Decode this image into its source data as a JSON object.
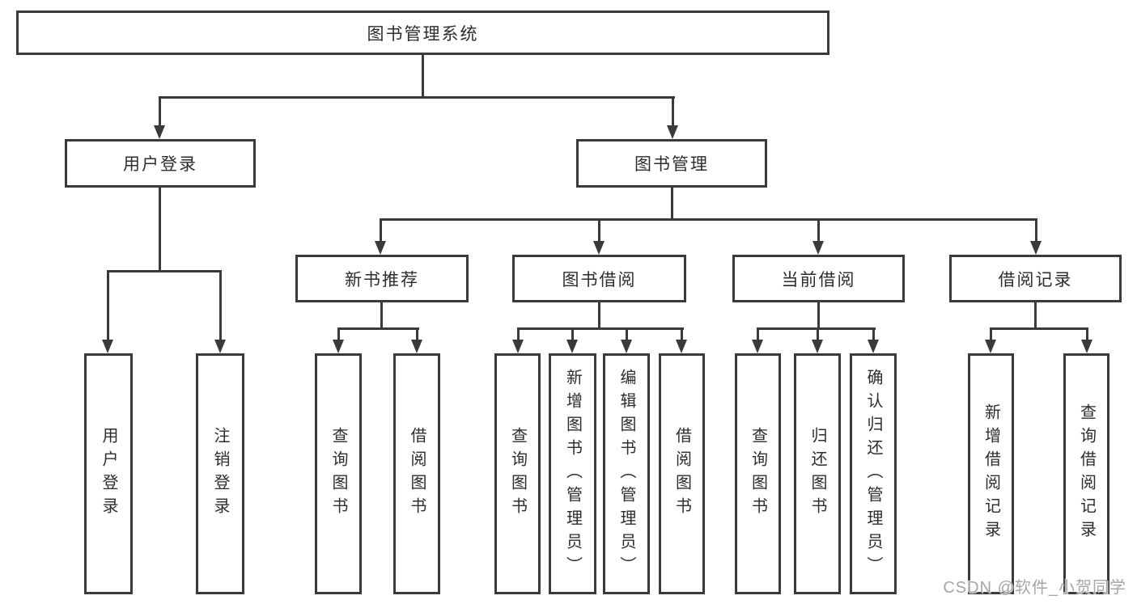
{
  "diagram_title": "图书管理系统",
  "nodes": {
    "root": {
      "label": "图书管理系统"
    },
    "user_login": {
      "label": "用户登录"
    },
    "book_mgmt": {
      "label": "图书管理"
    },
    "new_book_rec": {
      "label": "新书推荐"
    },
    "book_borrow": {
      "label": "图书借阅"
    },
    "current_borrow": {
      "label": "当前借阅"
    },
    "borrow_records": {
      "label": "借阅记录"
    }
  },
  "leaves": [
    {
      "label": "用户登录",
      "parent": "用户登录"
    },
    {
      "label": "注销登录",
      "parent": "用户登录"
    },
    {
      "label": "查询图书",
      "parent": "新书推荐"
    },
    {
      "label": "借阅图书",
      "parent": "新书推荐"
    },
    {
      "label": "查询图书",
      "parent": "图书借阅"
    },
    {
      "label": "新增图书（管理员）",
      "parent": "图书借阅"
    },
    {
      "label": "编辑图书（管理员）",
      "parent": "图书借阅"
    },
    {
      "label": "借阅图书",
      "parent": "图书借阅"
    },
    {
      "label": "查询图书",
      "parent": "当前借阅"
    },
    {
      "label": "归还图书",
      "parent": "当前借阅"
    },
    {
      "label": "确认归还（管理员）",
      "parent": "当前借阅"
    },
    {
      "label": "新增借阅记录",
      "parent": "借阅记录"
    },
    {
      "label": "查询借阅记录",
      "parent": "借阅记录"
    }
  ],
  "watermark": {
    "text": "CSDN @软件_小贺同学"
  },
  "colors": {
    "line": "#3a3a3a",
    "text": "#2d2d2d",
    "background": "#ffffff",
    "watermark": "#a6a6a6"
  }
}
